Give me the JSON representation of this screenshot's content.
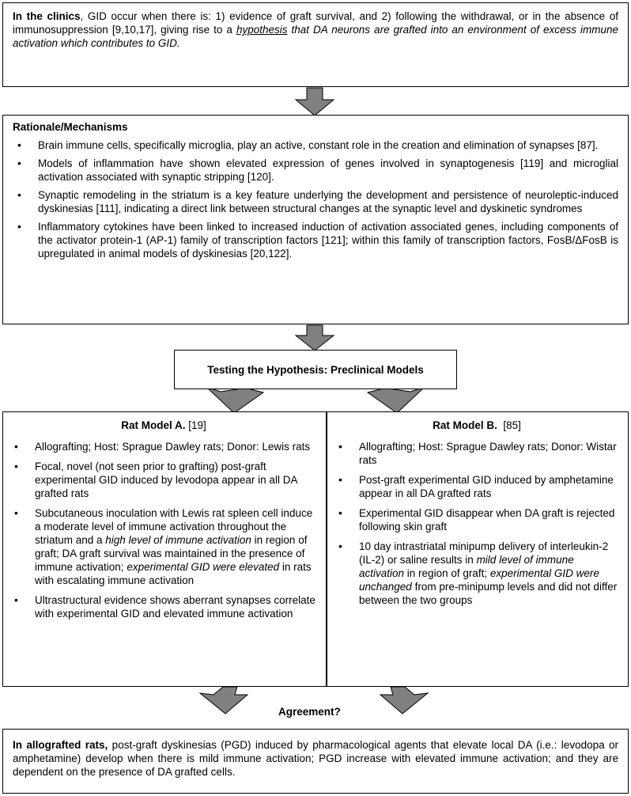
{
  "clinics": {
    "bold_lead": "In the clinics",
    "text_1": ", GID occur when there is: 1) evidence of graft survival, and 2) following the withdrawal, or in the absence of immunosuppression [9,10,17], giving rise to a ",
    "hypothesis": "hypothesis",
    "text_2": " that DA neurons are grafted into an environment of excess immune activation which contributes to GID."
  },
  "rationale": {
    "heading": "Rationale/Mechanisms",
    "items": [
      "Brain immune cells, specifically microglia, play an active, constant role in the creation and elimination of synapses [87].",
      "Models of inflammation have shown elevated expression of genes involved in synaptogenesis [119] and microglial activation associated with synaptic stripping [120].",
      "Synaptic remodeling in the striatum is a key feature underlying the development and persistence of neuroleptic-induced dyskinesias [111], indicating a direct link between structural changes at the synaptic level and dyskinetic syndromes",
      "Inflammatory cytokines have been linked to increased induction of activation associated genes, including components of the activator protein-1 (AP-1) family of transcription factors [121]; within this family of transcription factors, FosB/ΔFosB is upregulated in animal models of dyskinesias [20,122]."
    ]
  },
  "testing": {
    "label": "Testing the Hypothesis: Preclinical Models"
  },
  "model_a": {
    "title": "Rat Model A.",
    "ref": "[19]",
    "item_1": "Allografting; Host: Sprague Dawley rats; Donor: Lewis rats",
    "item_2": "Focal, novel (not seen prior to grafting) post-graft experimental GID induced by levodopa appear in all DA grafted rats",
    "item_3_a": "Subcutaneous inoculation with Lewis rat spleen cell induce a moderate level of immune activation throughout the striatum and a ",
    "item_3_b": "high level of immune activation",
    "item_3_c": " in region of graft; DA graft survival was maintained in the presence of immune activation; ",
    "item_3_d": "experimental GID were elevated",
    "item_3_e": " in rats with escalating immune activation",
    "item_4": "Ultrastructural evidence shows aberrant synapses correlate with experimental GID and elevated immune activation"
  },
  "model_b": {
    "title": "Rat Model B.",
    "ref": "[85]",
    "item_1": "Allografting; Host: Sprague Dawley rats; Donor: Wistar rats",
    "item_2": "Post-graft experimental GID induced by amphetamine appear in all DA grafted rats",
    "item_3": "Experimental GID disappear when DA graft is rejected following skin graft",
    "item_4_a": "10 day intrastriatal minipump delivery of interleukin-2 (IL-2) or saline results in ",
    "item_4_b": "mild level of immune activation",
    "item_4_c": " in region of graft; ",
    "item_4_d": "experimental GID were unchanged",
    "item_4_e": " from pre-minipump levels and did not differ between the two groups"
  },
  "agreement": {
    "label": "Agreement?"
  },
  "final": {
    "bold_lead": "In allografted rats,",
    "text": " post-graft dyskinesias (PGD) induced by pharmacological agents that elevate local DA (i.e.: levodopa or amphetamine) develop when there is mild immune activation; PGD increase with elevated immune activation; and they are dependent on the presence of DA grafted cells."
  },
  "colors": {
    "arrow_fill": "#808080",
    "border": "#000000"
  }
}
